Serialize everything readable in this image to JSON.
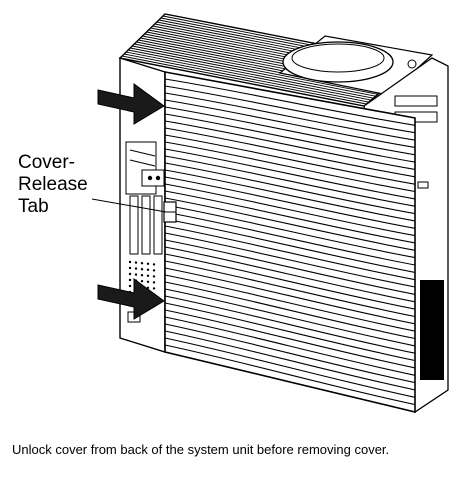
{
  "callout": {
    "lines": [
      "Cover-",
      "Release",
      "Tab"
    ]
  },
  "caption": "Unlock cover from back of the system unit before removing cover.",
  "icons": {
    "arrows": [
      "arrow-right-icon",
      "arrow-right-icon"
    ]
  },
  "colors": {
    "ink": "#000000",
    "paper": "#ffffff"
  }
}
